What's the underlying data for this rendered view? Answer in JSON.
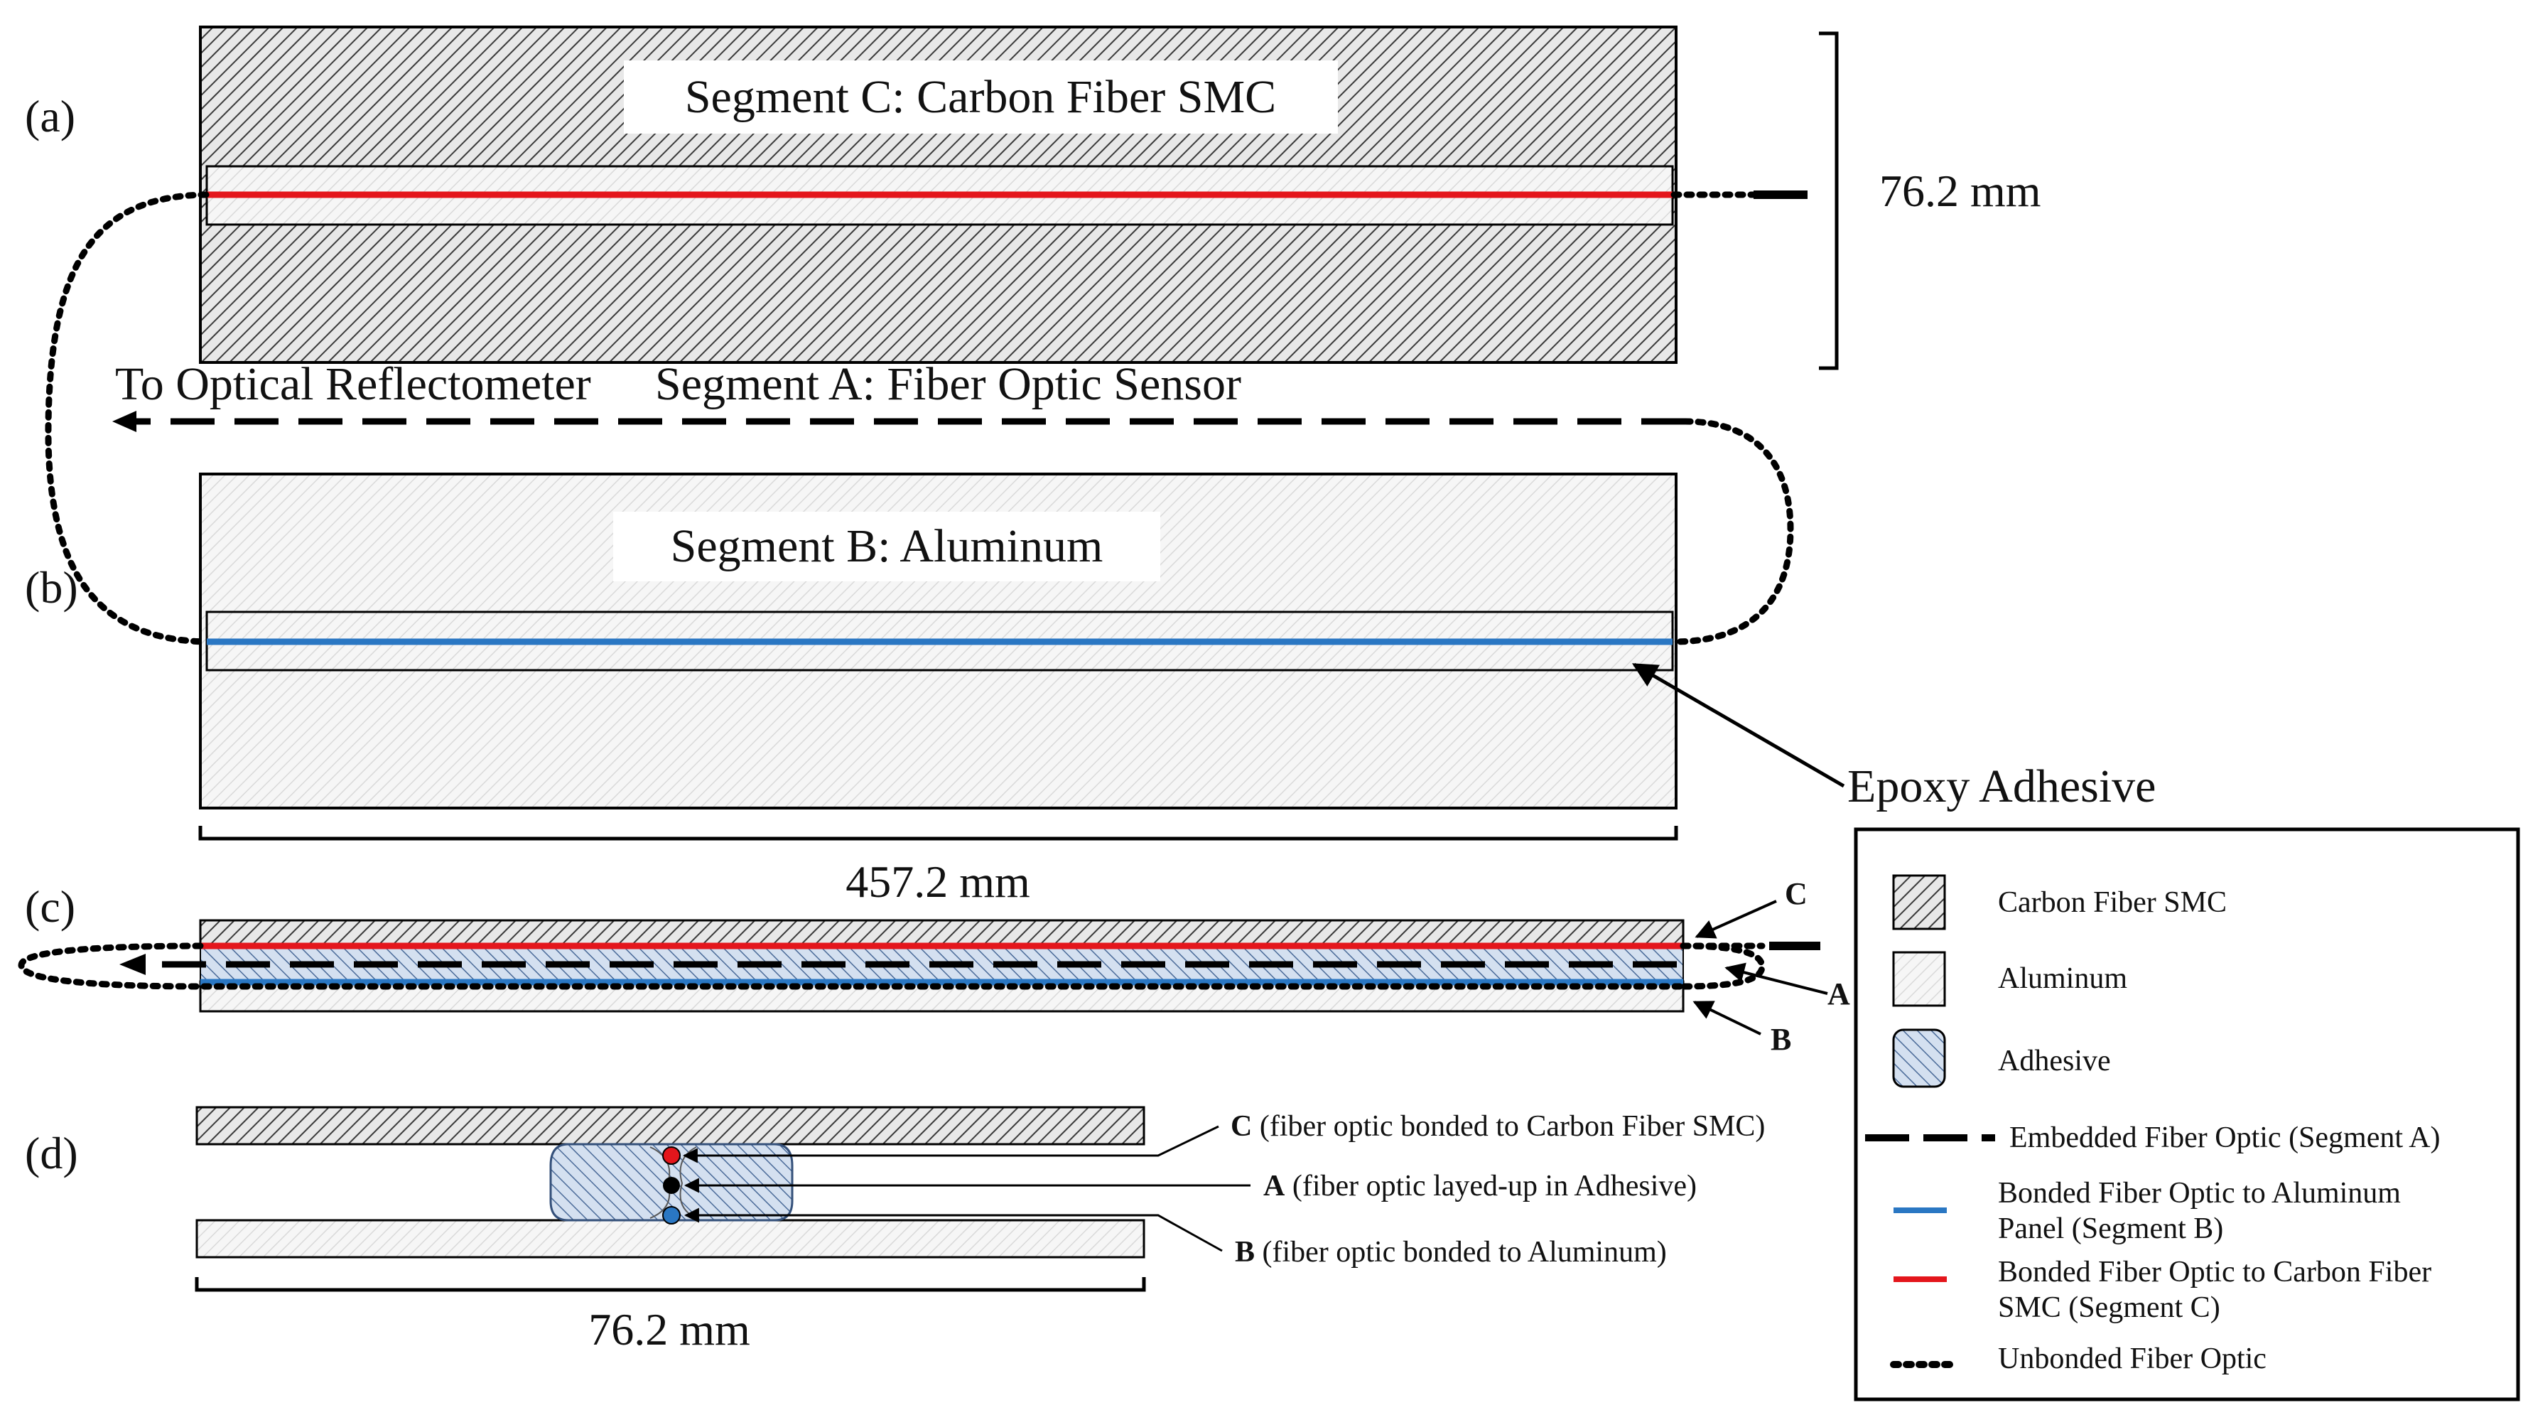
{
  "panels": {
    "a": "(a)",
    "b": "(b)",
    "c": "(c)",
    "d": "(d)"
  },
  "labels": {
    "segment_c": "Segment C: Carbon Fiber SMC",
    "segment_b": "Segment B: Aluminum",
    "segment_a": "Segment A: Fiber Optic Sensor",
    "to_reflectometer": "To Optical Reflectometer",
    "epoxy": "Epoxy Adhesive",
    "dim_height": "76.2 mm",
    "dim_length": "457.2 mm",
    "dim_width": "76.2 mm"
  },
  "cross_section": {
    "label_c": "C",
    "label_a": "A",
    "label_b": "B"
  },
  "detail": {
    "c_bold": "C",
    "c_text": "(fiber optic bonded to Carbon Fiber SMC)",
    "a_bold": "A",
    "a_text": "(fiber optic layed-up in Adhesive)",
    "b_bold": "B",
    "b_text": "(fiber optic bonded to Aluminum)"
  },
  "legend": {
    "items": [
      {
        "label": "Carbon Fiber SMC",
        "icon": "carbon-hatch-swatch"
      },
      {
        "label": "Aluminum",
        "icon": "aluminum-swatch"
      },
      {
        "label": "Adhesive",
        "icon": "adhesive-swatch"
      },
      {
        "label": "Embedded  Fiber Optic (Segment A)",
        "icon": "dashed-line"
      },
      {
        "label_line1": "Bonded Fiber Optic to Aluminum",
        "label_line2": "Panel (Segment B)",
        "icon": "blue-line"
      },
      {
        "label_line1": "Bonded Fiber Optic to Carbon Fiber",
        "label_line2": "SMC  (Segment C)",
        "icon": "red-line"
      },
      {
        "label": "Unbonded  Fiber Optic",
        "icon": "dotted-line"
      }
    ]
  },
  "colors": {
    "carbon_hatch": "#333333",
    "aluminum_hatch": "#d6d6d6",
    "adhesive_fill": "#c9d7ec",
    "adhesive_hatch": "#44628f",
    "fiber_red": "#e4161c",
    "fiber_blue": "#2a77c3",
    "fiber_black": "#000000"
  }
}
